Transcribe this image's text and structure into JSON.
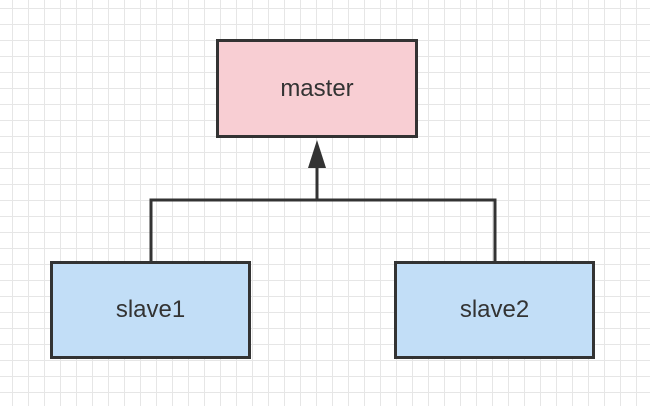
{
  "diagram": {
    "nodes": [
      {
        "id": "master",
        "label": "master",
        "fill": "#f8ced3"
      },
      {
        "id": "slave1",
        "label": "slave1",
        "fill": "#c2def7"
      },
      {
        "id": "slave2",
        "label": "slave2",
        "fill": "#c2def7"
      }
    ],
    "edges": [
      {
        "from": "slave1",
        "to": "master",
        "arrow": "end"
      },
      {
        "from": "slave2",
        "to": "master",
        "arrow": "end"
      }
    ],
    "stroke_color": "#333333",
    "grid_color": "#e6e6e6"
  }
}
